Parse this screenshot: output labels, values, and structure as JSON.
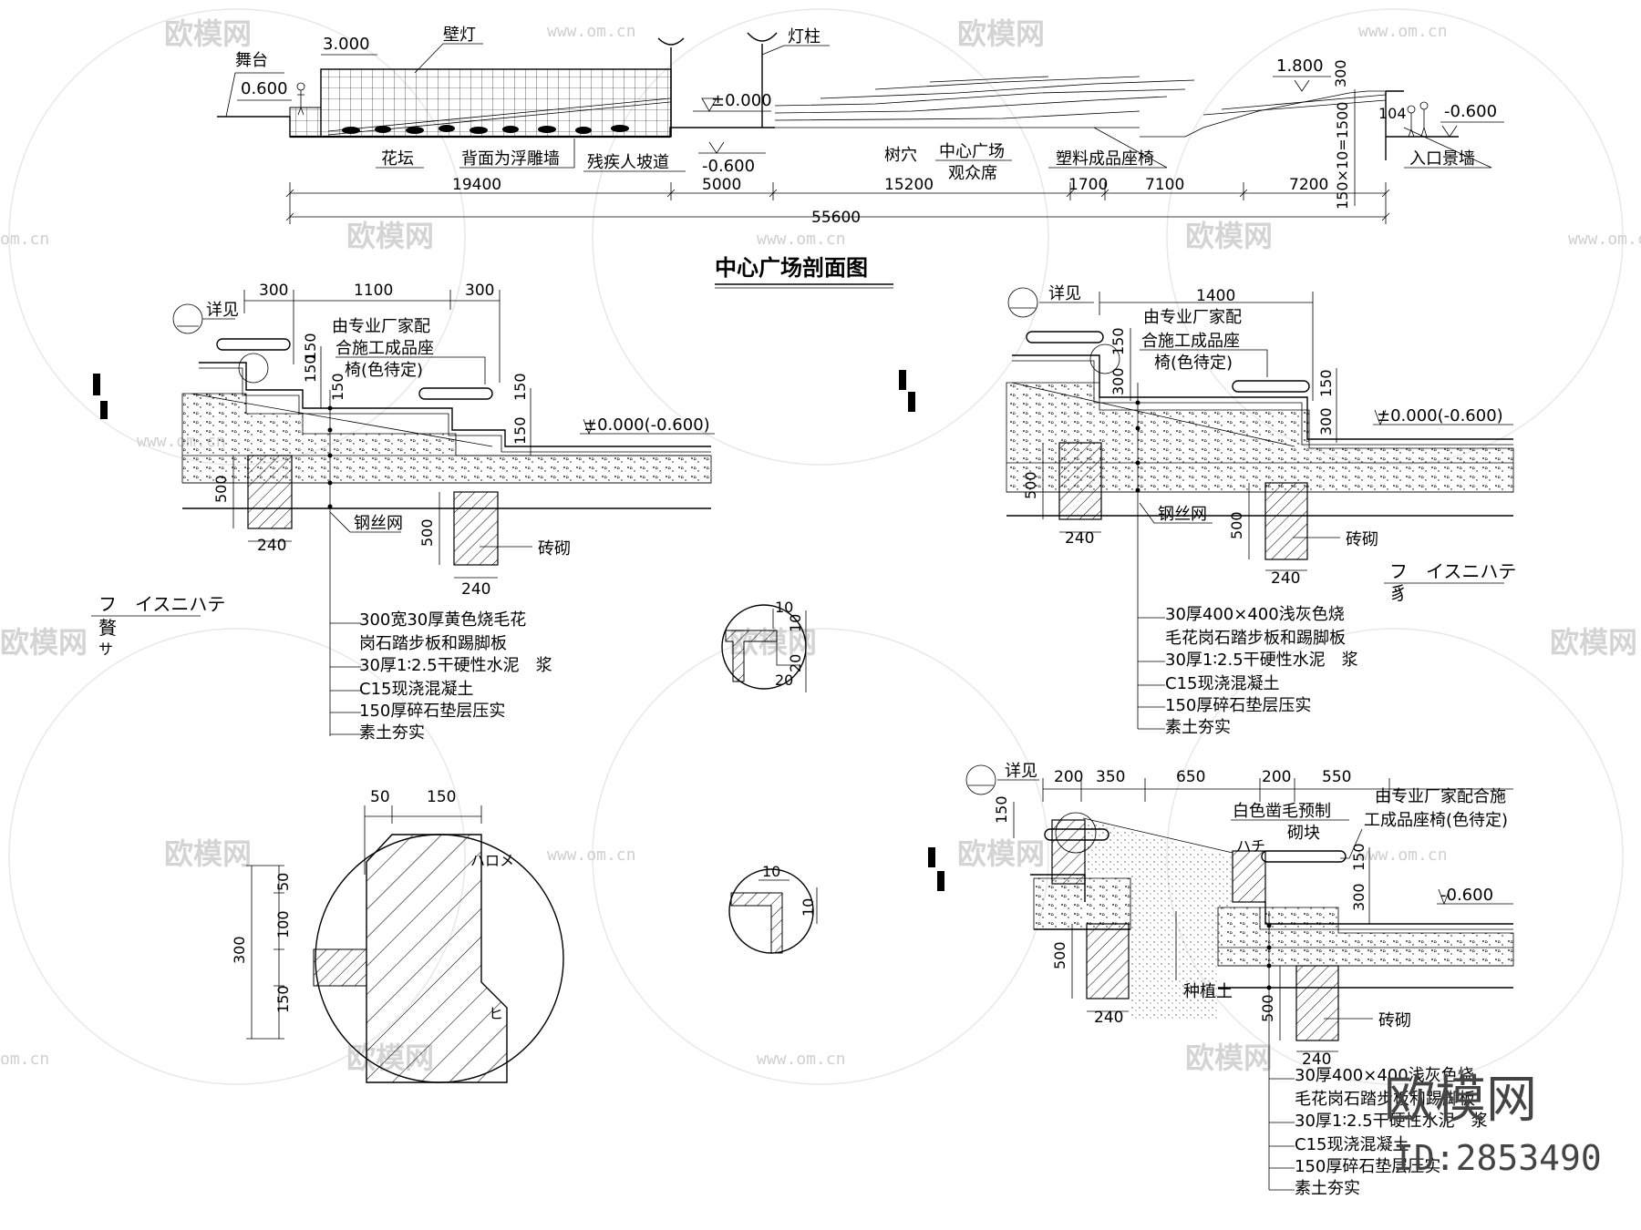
{
  "watermark": {
    "brand": "欧模网",
    "site": "www.om.cn",
    "site_short": "om.cn",
    "logo_text": "欧模网",
    "logo_id": "ID:2853490"
  },
  "main_section": {
    "title": "中心广场剖面图",
    "elev_stage": "0.600",
    "label_stage": "舞台",
    "elev_wall": "3.000",
    "label_wall_lamp": "壁灯",
    "label_lamp_post": "灯柱",
    "elev_zero": "±0.000",
    "elev_minus": "-0.600",
    "elev_top_right": "1.800",
    "elev_right": "-0.600",
    "label_flowerbed": "花坛",
    "label_relief": "背面为浮雕墙",
    "label_ramp": "残疾人坡道",
    "label_tree_pit": "树穴",
    "label_center_1": "中心广场",
    "label_center_2": "观众席",
    "label_seat": "塑料成品座椅",
    "label_entry": "入口景墙",
    "dim_300": "300",
    "dim_104": "104",
    "dim_vertical": "150×10=1500",
    "dims": [
      "19400",
      "5000",
      "15200",
      "1700",
      "7100",
      "7200"
    ],
    "dim_total": "55600"
  },
  "detail_a": {
    "see_label": "详见",
    "dims_top": [
      "300",
      "1100",
      "300"
    ],
    "note_1": "由专业厂家配",
    "note_2": "合施工成品座",
    "note_3": "椅(色待定)",
    "elev": "±0.000(-0.600)",
    "v150a": "150",
    "v150b": "150",
    "v150c": "150",
    "v150d": "150",
    "v150e": "150",
    "v500a": "500",
    "v500b": "500",
    "w240a": "240",
    "w240b": "240",
    "mesh": "钢丝网",
    "brick": "砖砌",
    "layers": [
      "300宽30厚黄色烧毛花",
      "岗石踏步板和踢脚板",
      "30厚1∶2.5干硬性水泥　浆",
      "C15现浇混凝土",
      "150厚碎石垫层压实",
      "素土夯实"
    ],
    "garbled": "フ　イスニハテ",
    "garbled_2": "贅",
    "garbled_3": "サ"
  },
  "detail_b": {
    "see_label": "详见",
    "dim_top": "1400",
    "note_1": "由专业厂家配",
    "note_2": "合施工成品座",
    "note_3": "椅(色待定)",
    "elev": "±0.000(-0.600)",
    "v150a": "150",
    "v150b": "150",
    "v300a": "300",
    "v300b": "300",
    "v500a": "500",
    "v500b": "500",
    "w240a": "240",
    "w240b": "240",
    "mesh": "钢丝网",
    "brick": "砖砌",
    "layers": [
      "30厚400×400浅灰色烧",
      "毛花岗石踏步板和踢脚板",
      "30厚1∶2.5干硬性水泥　浆",
      "C15现浇混凝土",
      "150厚碎石垫层压实",
      "素土夯实"
    ],
    "garbled": "フ　イスニハテ",
    "garbled_2": "豸"
  },
  "detail_c": {
    "see_label": "详见",
    "dims_top": [
      "200",
      "350",
      "650",
      "200",
      "550"
    ],
    "note_block_1": "白色凿毛预制",
    "note_block_2": "砌块",
    "note_seat_1": "由专业厂家配合施",
    "note_seat_2": "工成品座椅(色待定)",
    "elev": "-0.600",
    "v150a": "150",
    "v150b": "150",
    "v300": "300",
    "v500a": "500",
    "v500b": "500",
    "w240a": "240",
    "w240b": "240",
    "soil": "种植土",
    "brick": "砖砌",
    "layers": [
      "30厚400×400浅灰色烧",
      "毛花岗石踏步板和踢脚板",
      "30厚1∶2.5干硬性水泥　浆",
      "C15现浇混凝土",
      "150厚碎石垫层压实",
      "素土夯实"
    ],
    "tag": "ハチ"
  },
  "detail_circle_1": {
    "d10a": "10",
    "d10b": "10",
    "d20a": "20",
    "d20b": "20"
  },
  "detail_circle_2": {
    "d10a": "10",
    "d10b": "10"
  },
  "detail_big_circle": {
    "dims_top": [
      "50",
      "150"
    ],
    "dims_left": [
      "50",
      "100",
      "150"
    ],
    "dim_total": "300",
    "note": "ハロメ",
    "note_2": "ヒ"
  }
}
